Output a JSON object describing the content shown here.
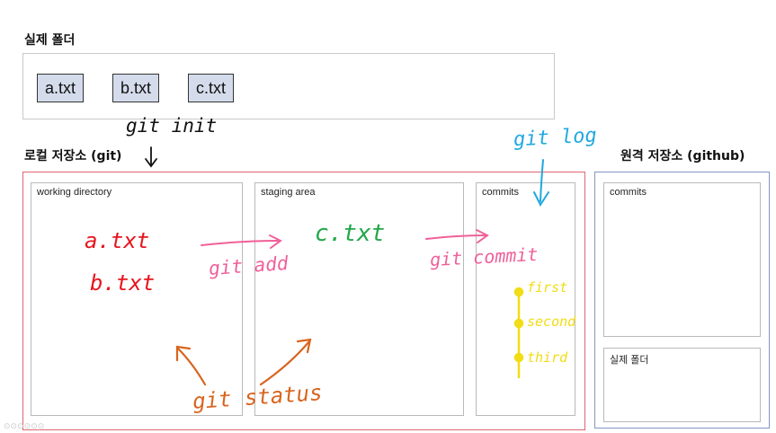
{
  "real_folder": {
    "title": "실제 폴더",
    "files": [
      "a.txt",
      "b.txt",
      "c.txt"
    ]
  },
  "local_repo": {
    "title": "로컬 저장소 (git)",
    "areas": {
      "working_directory": "working directory",
      "staging_area": "staging area",
      "commits": "commits"
    }
  },
  "remote_repo": {
    "title": "원격 저장소 (github)",
    "commits_label": "commits",
    "folder_label": "실제 폴더"
  },
  "annotations": {
    "git_init": "git init",
    "git_log": "git log",
    "git_add": "git add",
    "git_commit": "git commit",
    "git_status": "git status",
    "working_files": [
      "a.txt",
      "b.txt"
    ],
    "staged_file": "c.txt",
    "commit_labels": [
      "first",
      "second",
      "third"
    ]
  },
  "colors": {
    "local_border": "#e06470",
    "remote_border": "#8296c4",
    "file_fill": "#d4dcec",
    "working_text": "#e8141e",
    "staged_text": "#22a84a",
    "add_arrow": "#f0609a",
    "log_annotation": "#20a8e0",
    "status_annotation": "#d8641e",
    "commit_graph": "#f2dc14"
  },
  "footer": "⊙⊙⊙⊙⊙⊙"
}
